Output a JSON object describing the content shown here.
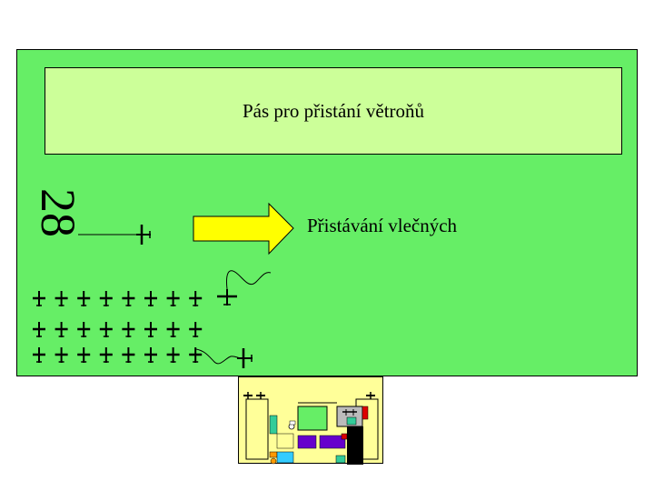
{
  "airfield": {
    "glider_strip_label": "Pás pro přistání větroňů",
    "runway_number": "28",
    "tow_landing_label": "Přistávání vlečných"
  },
  "icons": {
    "landing_arrow": "arrow-right-icon",
    "aircraft": "airplane-icon",
    "tow_rope": "rope-icon"
  },
  "colors": {
    "field_green": "#66ee66",
    "glider_strip": "#ccff99",
    "arrow_fill": "#ffff00",
    "hangar_area": "#ffff99",
    "block_purple": "#6600cc",
    "block_red": "#dd0000",
    "block_teal": "#33cc99",
    "block_cyan": "#33ccff",
    "block_orange": "#ff9900",
    "block_gray": "#bbbbbb"
  },
  "parked_gliders": {
    "rows": 3,
    "per_row": 8
  }
}
